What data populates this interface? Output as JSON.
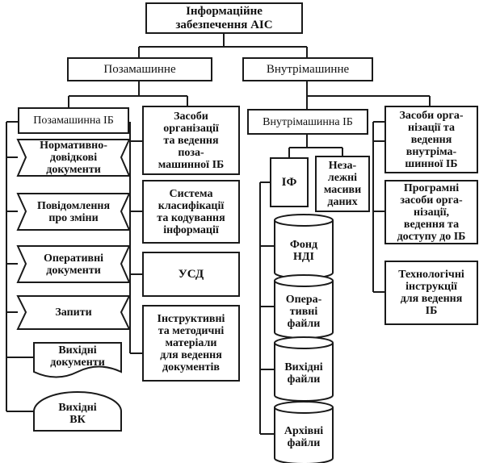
{
  "root": {
    "label": "Інформаційне\nзабезпечення АІС"
  },
  "off_machine": {
    "label": "Позамашинне",
    "ib": {
      "label": "Позамашинна ІБ"
    },
    "ib_items": [
      {
        "label": "Нормативно-\nдовідкові\nдокументи"
      },
      {
        "label": "Повідомлення\nпро зміни"
      },
      {
        "label": "Оперативні\nдокументи"
      },
      {
        "label": "Запити"
      },
      {
        "label": "Вихідні\nдокументи"
      },
      {
        "label": "Вихідні\nВК"
      }
    ],
    "tools": {
      "label": "Засоби\nорганізації\nта ведення\nпоза-\nмашинної ІБ"
    },
    "classification": {
      "label": "Система\nкласифікації\nта кодування\nінформації"
    },
    "usd": {
      "label": "УСД"
    },
    "instructions": {
      "label": "Інструктивні\nта методичні\nматеріали\nдля ведення\nдокументів"
    }
  },
  "in_machine": {
    "label": "Внутрімашинне",
    "ib": {
      "label": "Внутрімашинна ІБ"
    },
    "if": {
      "label": "ІФ"
    },
    "independent": {
      "label": "Неза-\nлежні\nмасиви\nданих"
    },
    "files": [
      {
        "label": "Фонд\nНДІ"
      },
      {
        "label": "Опера-\nтивні\nфайли"
      },
      {
        "label": "Вихідні\nфайли"
      },
      {
        "label": "Архівні\nфайли"
      }
    ],
    "tools": {
      "label": "Засоби орга-\nнізації та\nведення\nвнутріма-\nшинної ІБ"
    },
    "software": {
      "label": "Програмні\nзасоби орга-\nнізації,\nведення та\nдоступу до ІБ"
    },
    "tech": {
      "label": "Технологічні\nінструкції\nдля ведення\nІБ"
    }
  }
}
